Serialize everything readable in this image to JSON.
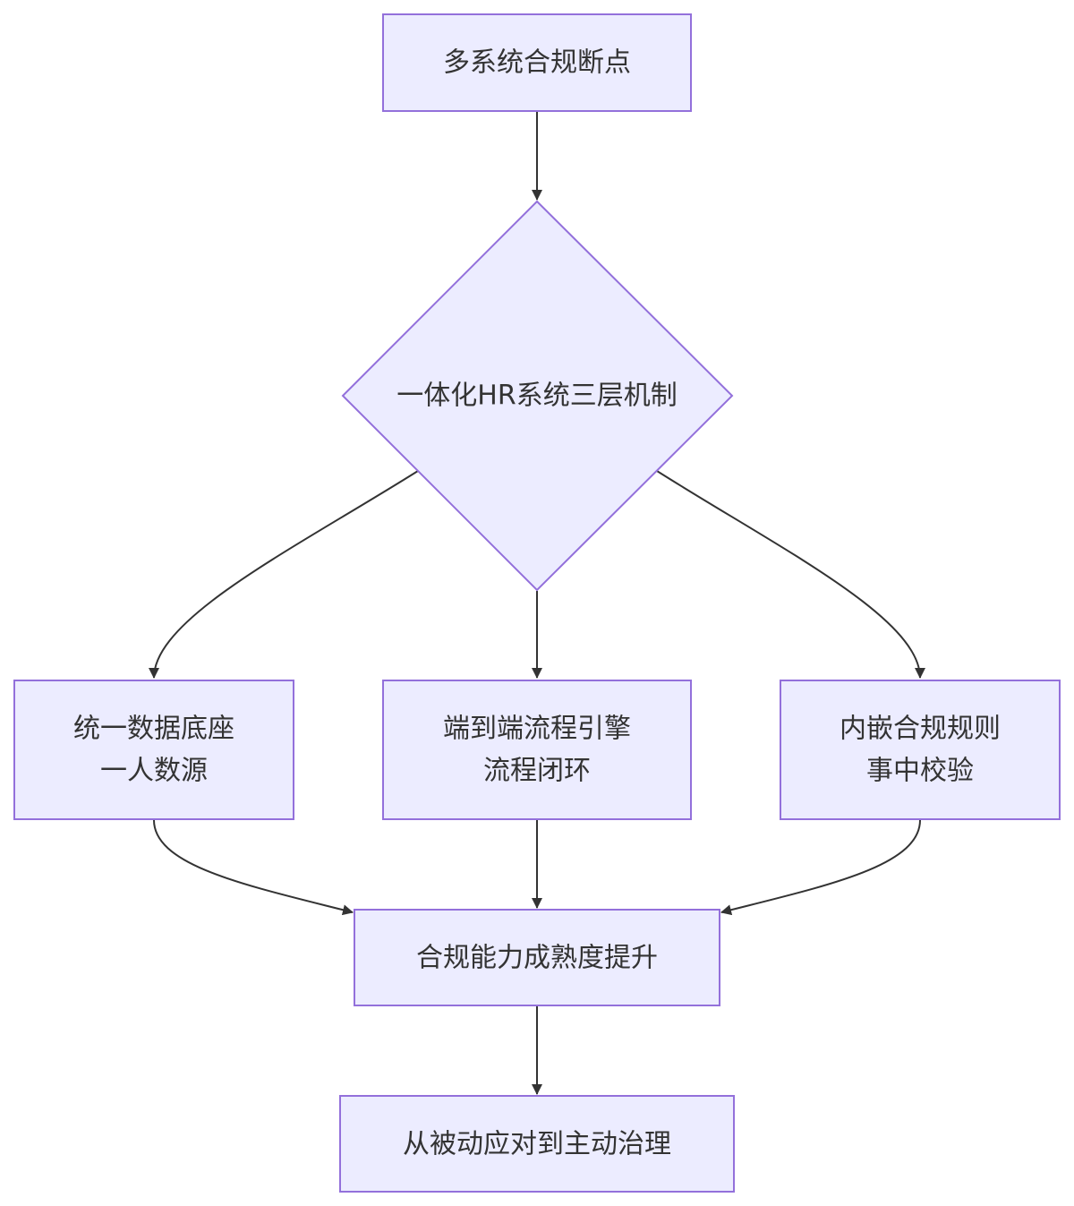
{
  "nodes": {
    "breakpoints": {
      "label": "多系统合规断点"
    },
    "mechanism": {
      "label": "一体化HR系统三层机制"
    },
    "data_base": {
      "line1": "统一数据底座",
      "line2": "一人数源"
    },
    "flow_engine": {
      "line1": "端到端流程引擎",
      "line2": "流程闭环"
    },
    "rules": {
      "line1": "内嵌合规规则",
      "line2": "事中校验"
    },
    "maturity": {
      "label": "合规能力成熟度提升"
    },
    "governance": {
      "label": "从被动应对到主动治理"
    }
  },
  "colors": {
    "node_fill": "#ECECFF",
    "node_stroke": "#9370DB",
    "edge": "#333333",
    "text": "#333333"
  }
}
